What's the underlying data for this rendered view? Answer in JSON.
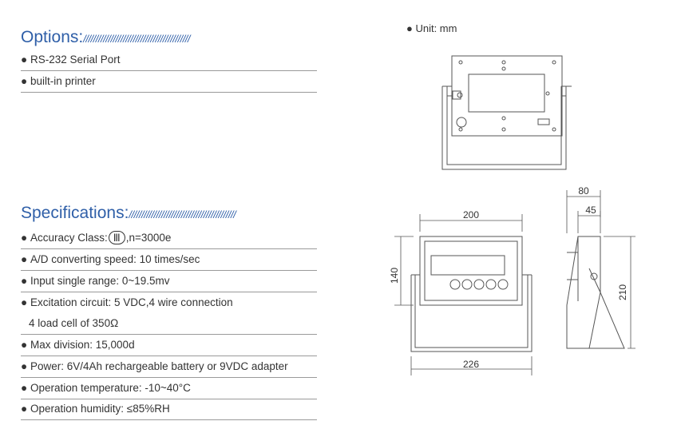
{
  "options": {
    "title": "Options:",
    "slashes": "///////////////////////////////////////////",
    "items": [
      "RS-232 Serial Port",
      "built-in printer"
    ]
  },
  "specifications": {
    "title": "Specifications:",
    "slashes": "///////////////////////////////////////////",
    "accuracy_prefix": "Accuracy Class:",
    "accuracy_class": "Ⅲ",
    "accuracy_suffix": ",n=3000e",
    "items": [
      "A/D converting speed: 10 times/sec",
      "Input single range: 0~19.5mv",
      "Excitation circuit: 5 VDC,4 wire connection",
      "4 load cell of 350Ω",
      "Max division: 15,000d",
      "Power: 6V/4Ah rechargeable battery or 9VDC adapter",
      "Operation temperature: -10~40°C",
      "Operation humidity: ≤85%RH"
    ]
  },
  "bullet": "●",
  "drawing": {
    "unit_label": "● Unit: mm",
    "dim_width": "200",
    "dim_height": "140",
    "dim_total_width": "226",
    "dim_depth": "80",
    "dim_inner_depth": "45",
    "dim_total_height": "210"
  },
  "colors": {
    "accent": "#2f5fa8",
    "text": "#333333",
    "rule": "#9a9a9a"
  }
}
